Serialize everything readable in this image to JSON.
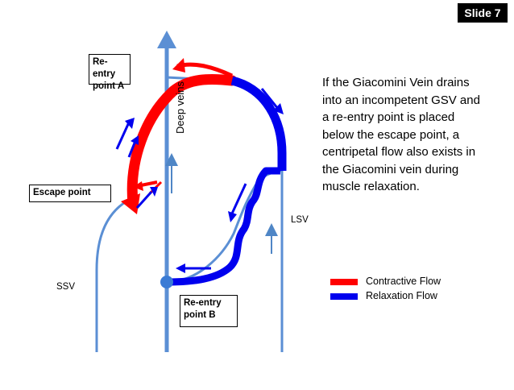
{
  "slide_badge": "Slide 7",
  "labels": {
    "reentry_a_line1": "Re-entry",
    "reentry_a_line2": "point A",
    "escape_point": "Escape point",
    "reentry_b_line1": "Re-entry",
    "reentry_b_line2": "point B",
    "ssv": "SSV",
    "lsv": "LSV",
    "deep_veins": "Deep veins"
  },
  "description": "If the Giacomini Vein drains into  an incompetent GSV and a re-entry point is placed below the escape point, a centripetal flow also  exists in the Giacomini vein during muscle relaxation.",
  "legend": [
    {
      "label": "Contractive Flow",
      "color": "#ff0000"
    },
    {
      "label": "Relaxation Flow",
      "color": "#0000ee"
    }
  ],
  "colors": {
    "contractive": "#ff0000",
    "relaxation": "#0000ee",
    "vein": "#5b8fd4",
    "arrow_light": "#4f86c6"
  }
}
